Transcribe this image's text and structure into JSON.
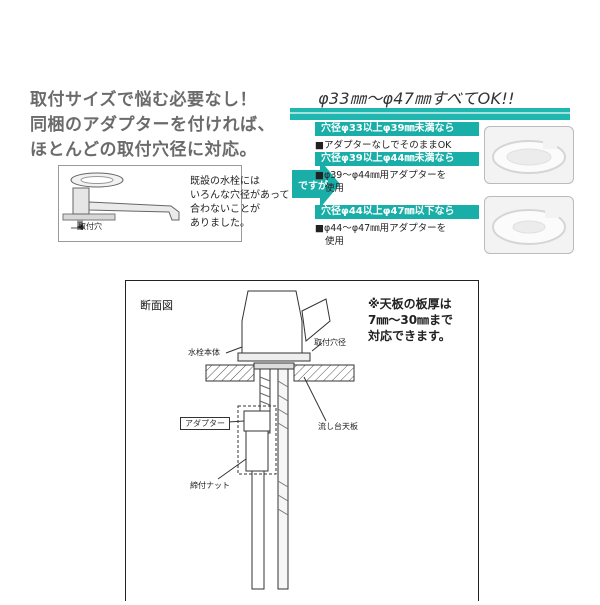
{
  "headline": {
    "line1": "取付サイズで悩む必要なし！",
    "line2": "同梱のアダプターを付ければ、",
    "line3": "ほとんどの取付穴径に対応。"
  },
  "faucet_note": {
    "line1": "既設の水栓には",
    "line2": "いろんな穴径があって",
    "line3": "合わないことが",
    "line4": "ありました。"
  },
  "hole_label": "取付穴",
  "arrow_label": "ですが",
  "ok_title": "φ33㎜～φ47㎜すべてOK!!",
  "ranges": [
    {
      "band": "穴径φ33以上φ39㎜未満なら",
      "desc1": "■アダプターなしでそのままOK",
      "desc2": ""
    },
    {
      "band": "穴径φ39以上φ44㎜未満なら",
      "desc1": "■φ39～φ44㎜用アダプターを",
      "desc2": "使用"
    },
    {
      "band": "穴径φ44以上φ47㎜以下なら",
      "desc1": "■φ44～φ47㎜用アダプターを",
      "desc2": "使用"
    }
  ],
  "section": {
    "title": "断面図",
    "thick_note1": "※天板の板厚は",
    "thick_note2": "7㎜～30㎜まで",
    "thick_note3": "対応できます。",
    "body_label": "水栓本体",
    "hole_label": "取付穴径",
    "adapter_label": "アダプター",
    "sink_label": "流し台天板",
    "nut_label": "締付ナット"
  },
  "colors": {
    "teal": "#19aea7",
    "heading_gray": "#6b6b6b"
  }
}
